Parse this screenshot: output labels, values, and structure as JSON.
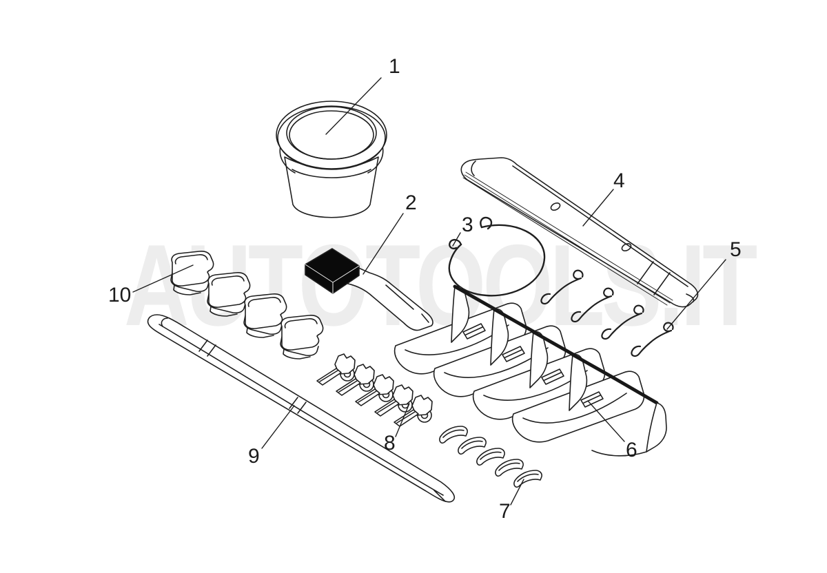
{
  "watermark": {
    "text": "AUTOTOOLS.IT",
    "color": "#ededed"
  },
  "colors": {
    "background": "#ffffff",
    "line_art": "#1f1f1f",
    "bristles": "#0a0a0a",
    "pad_ridge": "#181818"
  },
  "callouts": [
    {
      "number": "1"
    },
    {
      "number": "2"
    },
    {
      "number": "3"
    },
    {
      "number": "4"
    },
    {
      "number": "5"
    },
    {
      "number": "6"
    },
    {
      "number": "7"
    },
    {
      "number": "8"
    },
    {
      "number": "9"
    },
    {
      "number": "10"
    }
  ]
}
